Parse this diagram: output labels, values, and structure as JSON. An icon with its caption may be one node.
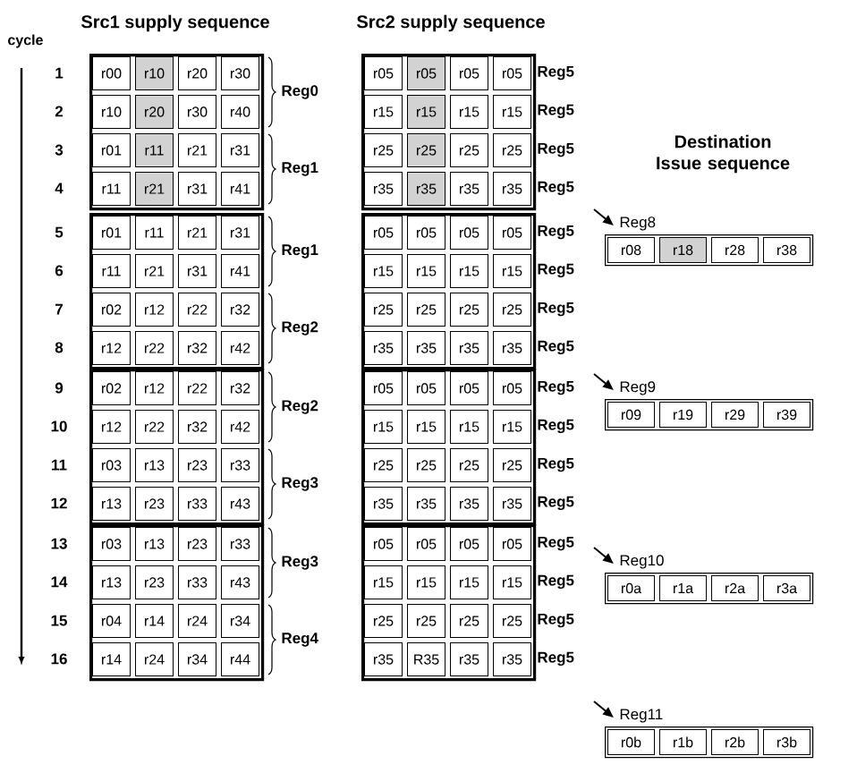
{
  "diagram": {
    "nodes": [
      {
        "text": [
          "r00",
          "r10",
          "r20",
          "r30",
          "r10",
          "r20",
          "r30",
          "r40",
          "r01",
          "r11",
          "r21",
          "r31",
          "r11",
          "r21",
          "r31",
          "r41"
        ]
      },
      {
        "text": [
          "r01",
          "r11",
          "r21",
          "r31",
          "r11",
          "r21",
          "r31",
          "r41",
          "r02",
          "r12",
          "r22",
          "r32",
          "r12",
          "r22",
          "r32",
          "r42"
        ]
      },
      {
        "text": [
          "r02",
          "r12",
          "r22",
          "r32",
          "r12",
          "r22",
          "r32",
          "r42",
          "r03",
          "r13",
          "r23",
          "r33",
          "r13",
          "r23",
          "r33",
          "r43"
        ]
      },
      {
        "text": [
          "r03",
          "r13",
          "r23",
          "r33",
          "r13",
          "r23",
          "r33",
          "r43",
          "r04",
          "r14",
          "r24",
          "r34",
          "r14",
          "r24",
          "r34",
          "r44"
        ]
      },
      {
        "text": [
          "r05",
          "r05",
          "r05",
          "r05",
          "r15",
          "r15",
          "r15",
          "r15",
          "r25",
          "r25",
          "r25",
          "r25",
          "r35",
          "r35",
          "r35",
          "r35"
        ]
      },
      {
        "text": [
          "r05",
          "r05",
          "r05",
          "r05",
          "r15",
          "r15",
          "r15",
          "r15",
          "r25",
          "r25",
          "r25",
          "r25",
          "r35",
          "r35",
          "r35",
          "r35"
        ]
      },
      {
        "text": [
          "r05",
          "r05",
          "r05",
          "r05",
          "r15",
          "r15",
          "r15",
          "r15",
          "r25",
          "r25",
          "r25",
          "r25",
          "r35",
          "r35",
          "r35",
          "r35"
        ]
      },
      {
        "text": [
          "r05",
          "r05",
          "r05",
          "r05",
          "r15",
          "r15",
          "r15",
          "r15",
          "r25",
          "r25",
          "r25",
          "r25",
          "r35",
          "R35",
          "r35",
          "r35"
        ]
      },
      {
        "text": [
          "r08",
          "r18",
          "r28",
          "r38"
        ],
        "beside": [
          "Reg8"
        ]
      },
      {
        "text": [
          "r09",
          "r19",
          "r29",
          "r39"
        ],
        "beside": [
          "Reg9"
        ]
      },
      {
        "text": [
          "r0a",
          "r1a",
          "r2a",
          "r3a"
        ],
        "beside": [
          "Reg10"
        ]
      },
      {
        "text": [
          "r0b",
          "r1b",
          "r2b",
          "r3b"
        ],
        "beside": [
          "Reg11"
        ]
      }
    ],
    "edges": [
      {
        "from": null,
        "to": 8,
        "arrow": "to"
      },
      {
        "from": null,
        "to": 9,
        "arrow": "to"
      },
      {
        "from": null,
        "to": 10,
        "arrow": "to"
      },
      {
        "from": null,
        "to": 11,
        "arrow": "to"
      }
    ],
    "labels": [
      "Src1 supply sequence",
      "Src2 supply sequence",
      "cycle",
      "1",
      "2",
      "3",
      "4",
      "5",
      "6",
      "7",
      "8",
      "9",
      "10",
      "11",
      "12",
      "13",
      "14",
      "15",
      "16",
      "Reg0",
      "Reg1",
      "Reg1",
      "Reg2",
      "Reg2",
      "Reg3",
      "Reg3",
      "Reg4",
      "Reg5",
      "Reg5",
      "Reg5",
      "Reg5",
      "Reg5",
      "Reg5",
      "Reg5",
      "Reg5",
      "Reg5",
      "Reg5",
      "Reg5",
      "Reg5",
      "Reg5",
      "Reg5",
      "Reg5",
      "Reg5",
      "Destination Issue sequence"
    ]
  }
}
